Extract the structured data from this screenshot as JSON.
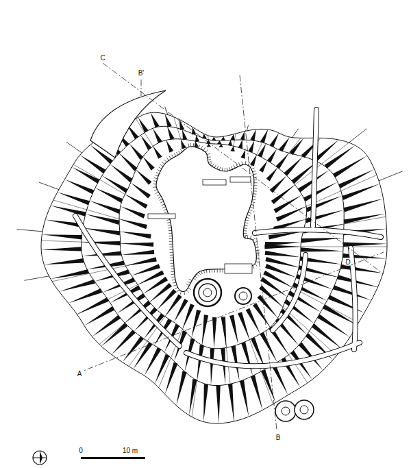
{
  "diagram": {
    "labels": [
      "C",
      "B'",
      "A",
      "B",
      "D",
      "0",
      "10 m"
    ]
  }
}
